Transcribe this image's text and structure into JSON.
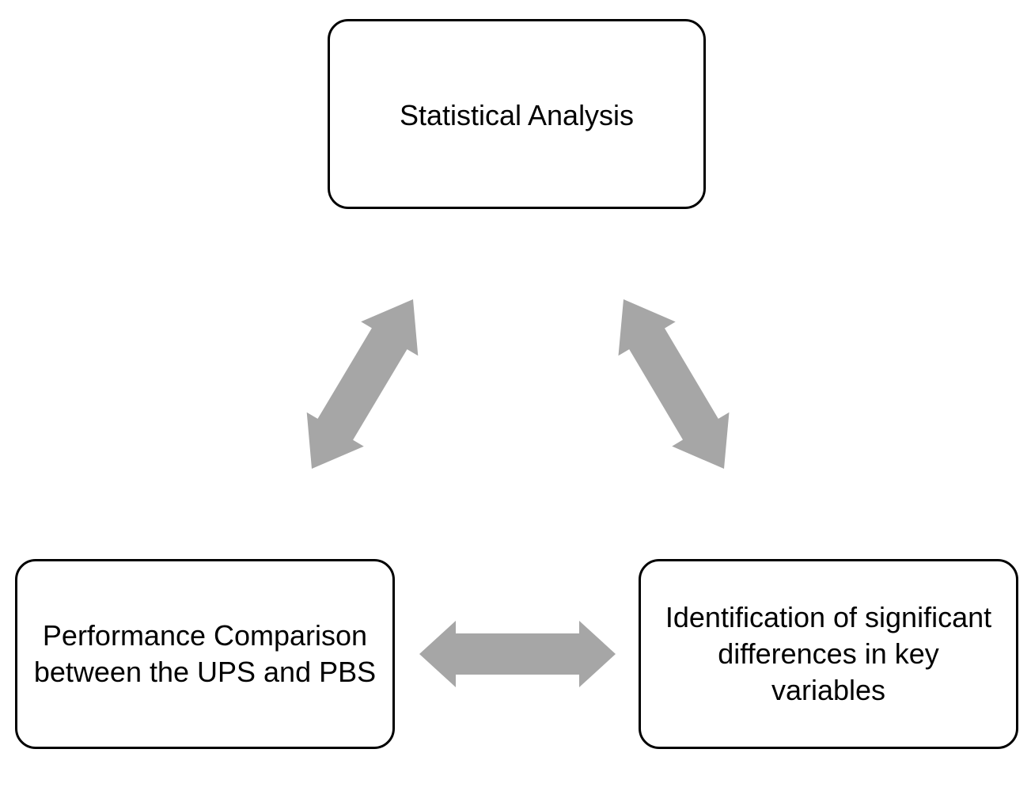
{
  "diagram": {
    "nodes": {
      "statistical_analysis": {
        "label": "Statistical Analysis"
      },
      "performance_comparison": {
        "label": "Performance Comparison between the UPS and PBS"
      },
      "identification": {
        "label": "Identification of significant differences in key variables"
      }
    },
    "edges": [
      {
        "from": "statistical_analysis",
        "to": "performance_comparison",
        "direction": "bidirectional"
      },
      {
        "from": "statistical_analysis",
        "to": "identification",
        "direction": "bidirectional"
      },
      {
        "from": "performance_comparison",
        "to": "identification",
        "direction": "bidirectional"
      }
    ],
    "colors": {
      "arrow": "#a6a6a6",
      "box_border": "#000000",
      "box_fill": "#ffffff",
      "text": "#000000"
    }
  }
}
